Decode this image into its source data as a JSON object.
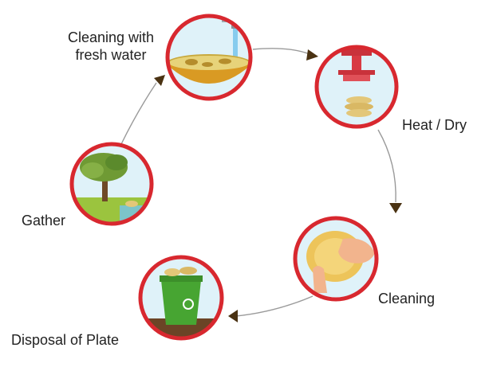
{
  "steps": {
    "cleaning_water": "Cleaning with fresh water",
    "heat_dry": "Heat / Dry",
    "cleaning": "Cleaning",
    "disposal": "Disposal of Plate",
    "gather": "Gather"
  },
  "colors": {
    "ring": "#d8282f",
    "circle_bg": "#dff2f9",
    "arrow_line": "#9a9a9a",
    "arrow_head": "#4a3212",
    "bin": "#47a532",
    "tree_leaves": "#6f9a34",
    "grass": "#9bc43e",
    "leaf_plate": "#e3c779"
  },
  "icons": [
    "washing-bowl-icon",
    "press-dryer-icon",
    "hand-cleaning-plate-icon",
    "compost-bin-icon",
    "tree-icon"
  ]
}
